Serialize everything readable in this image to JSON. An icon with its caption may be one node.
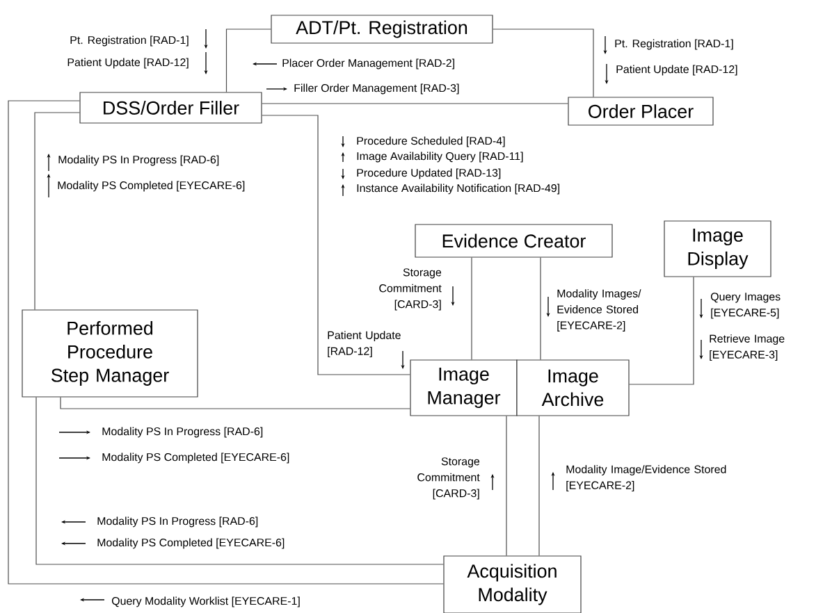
{
  "diagram": {
    "nodes": [
      {
        "text": [
          "ADT/Pt. Registration"
        ]
      },
      {
        "text": [
          "DSS/Order Filler"
        ]
      },
      {
        "text": [
          "Order Placer"
        ]
      },
      {
        "text": [
          "Evidence Creator"
        ]
      },
      {
        "text": [
          "Image Display"
        ]
      },
      {
        "text": [
          "Performed Procedure Step Manager"
        ]
      },
      {
        "text": [
          "Image Manager"
        ]
      },
      {
        "text": [
          "Image Archive"
        ]
      },
      {
        "text": [
          "Acquisition Modality"
        ]
      }
    ],
    "edges": [
      {
        "from": 0,
        "to": 1,
        "arrow": "none"
      },
      {
        "from": 0,
        "to": 2,
        "arrow": "none"
      },
      {
        "from": 1,
        "to": 2,
        "arrow": "none"
      },
      {
        "from": 1,
        "to": 6,
        "arrow": "none"
      },
      {
        "from": 1,
        "to": 8,
        "arrow": "none"
      },
      {
        "from": 1,
        "to": 5,
        "arrow": "none"
      },
      {
        "from": 5,
        "to": 8,
        "arrow": "none"
      },
      {
        "from": 5,
        "to": 6,
        "arrow": "none"
      },
      {
        "from": 3,
        "to": 6,
        "arrow": "none"
      },
      {
        "from": 3,
        "to": 7,
        "arrow": "none"
      },
      {
        "from": 4,
        "to": 7,
        "arrow": "none"
      },
      {
        "from": 6,
        "to": 8,
        "arrow": "none"
      },
      {
        "from": 7,
        "to": 8,
        "arrow": "none"
      }
    ],
    "labels": [
      "Pt. Registration [RAD-1]",
      "Patient Update [RAD-12]",
      "Placer Order Management [RAD-2]",
      "Filler Order Management [RAD-3]",
      "Pt. Registration [RAD-1]",
      "Patient Update [RAD-12]",
      "Modality PS In Progress [RAD-6]",
      "Modality PS Completed [EYECARE-6]",
      "Procedure Scheduled [RAD-4]",
      "Image Availability Query [RAD-11]",
      "Procedure Updated [RAD-13]",
      "Instance Availability Notification [RAD-49]",
      "Storage Commitment [CARD-3]",
      "Patient Update [RAD-12]",
      "Modality Images/ Evidence Stored [EYECARE-2]",
      "Query Images [EYECARE-5]",
      "Retrieve Image [EYECARE-3]",
      "Modality PS In Progress [RAD-6]",
      "Modality PS Completed [EYECARE-6]",
      "Storage Commitment [CARD-3]",
      "Modality Image/Evidence Stored [EYECARE-2]",
      "Modality PS In Progress [RAD-6]",
      "Modality PS Completed [EYECARE-6]",
      "Query Modality Worklist [EYECARE-1]"
    ]
  }
}
